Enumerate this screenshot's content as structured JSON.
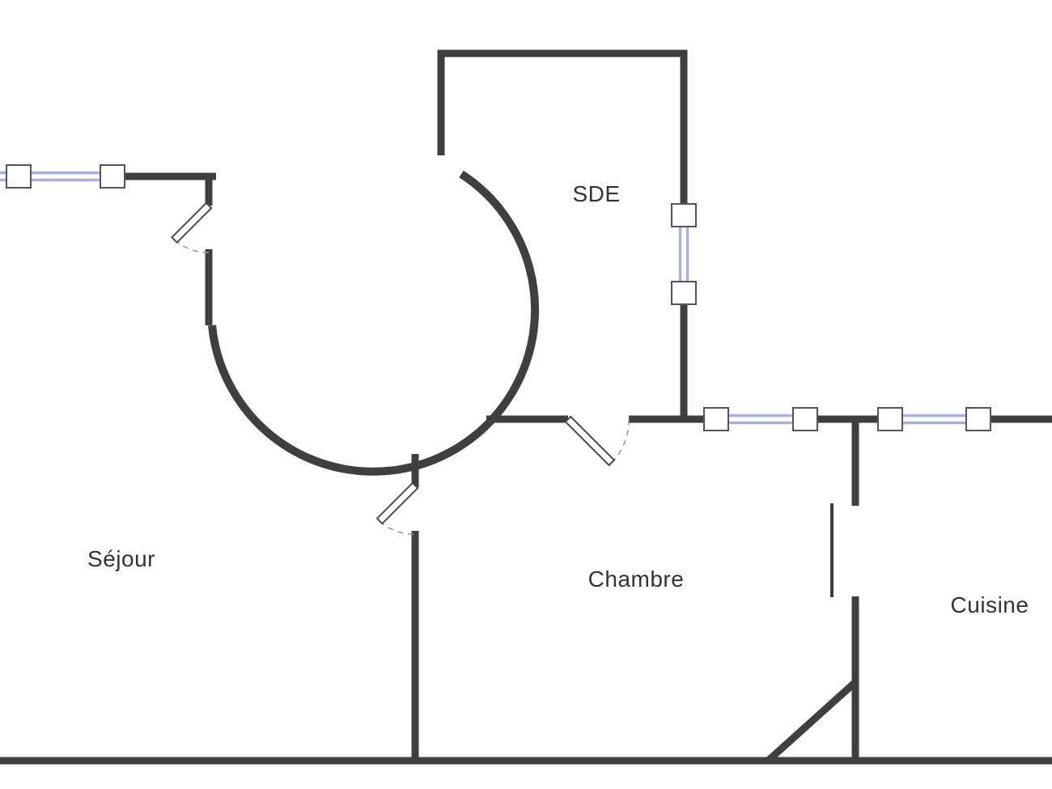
{
  "rooms": [
    {
      "id": "sde",
      "label": "SDE"
    },
    {
      "id": "sejour",
      "label": "Séjour"
    },
    {
      "id": "chambre",
      "label": "Chambre"
    },
    {
      "id": "cuisine",
      "label": "Cuisine"
    }
  ],
  "colors": {
    "wall": "#3f3f3f",
    "window_glass": "#a9b0dd",
    "window_frame": "#555555",
    "door_dash": "#999999",
    "label_text": "#333333",
    "background": "#ffffff"
  }
}
